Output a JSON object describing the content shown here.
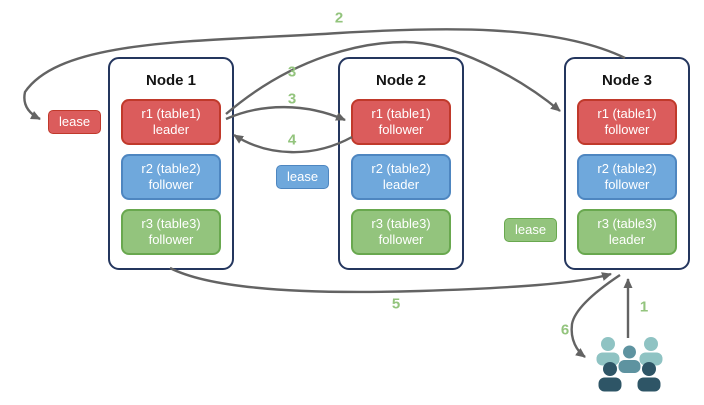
{
  "nodes": [
    {
      "title": "Node 1",
      "replicas": [
        {
          "name": "r1 (table1)",
          "role": "leader"
        },
        {
          "name": "r2 (table2)",
          "role": "follower"
        },
        {
          "name": "r3 (table3)",
          "role": "follower"
        }
      ]
    },
    {
      "title": "Node 2",
      "replicas": [
        {
          "name": "r1 (table1)",
          "role": "follower"
        },
        {
          "name": "r2 (table2)",
          "role": "leader"
        },
        {
          "name": "r3 (table3)",
          "role": "follower"
        }
      ]
    },
    {
      "title": "Node 3",
      "replicas": [
        {
          "name": "r1 (table1)",
          "role": "follower"
        },
        {
          "name": "r2 (table2)",
          "role": "follower"
        },
        {
          "name": "r3 (table3)",
          "role": "leader"
        }
      ]
    }
  ],
  "leases": {
    "red": "lease",
    "blue": "lease",
    "green": "lease"
  },
  "steps": {
    "s1": "1",
    "s2": "2",
    "s3a": "3",
    "s3b": "3",
    "s4": "4",
    "s5": "5",
    "s6": "6"
  },
  "icons": {
    "users": "users-group-icon"
  },
  "colors": {
    "red_fill": "#DB5C5C",
    "red_border": "#C0392B",
    "blue_fill": "#6FA8DC",
    "blue_border": "#4E86C0",
    "green_fill": "#93C47D",
    "green_border": "#69A84F",
    "node_border": "#24365E",
    "arrow": "#636363",
    "step_label": "#93C47D",
    "users_light": "#8FC3C3",
    "users_medium": "#5E93A0",
    "users_dark": "#2E5566"
  }
}
